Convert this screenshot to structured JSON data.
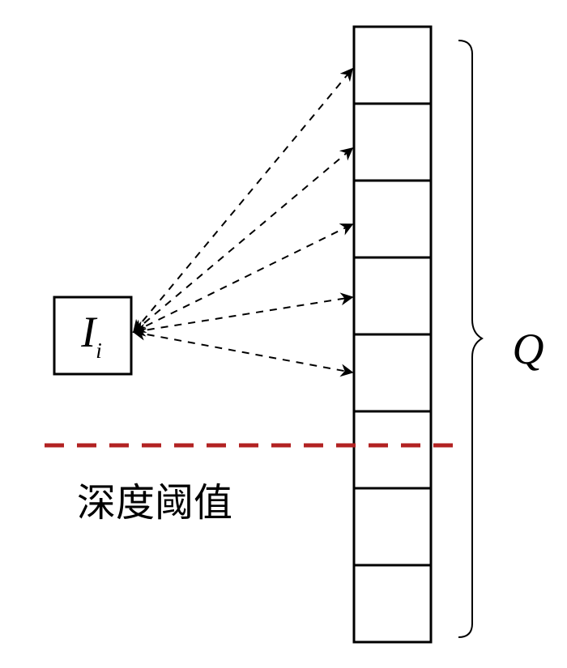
{
  "source_box": {
    "label": "I",
    "subscript": "i"
  },
  "queue": {
    "label": "Q",
    "cell_count": 8,
    "arrow_target_cells": [
      0,
      1,
      2,
      3,
      4
    ]
  },
  "threshold": {
    "label": "深度阈值",
    "color": "#b22222"
  }
}
